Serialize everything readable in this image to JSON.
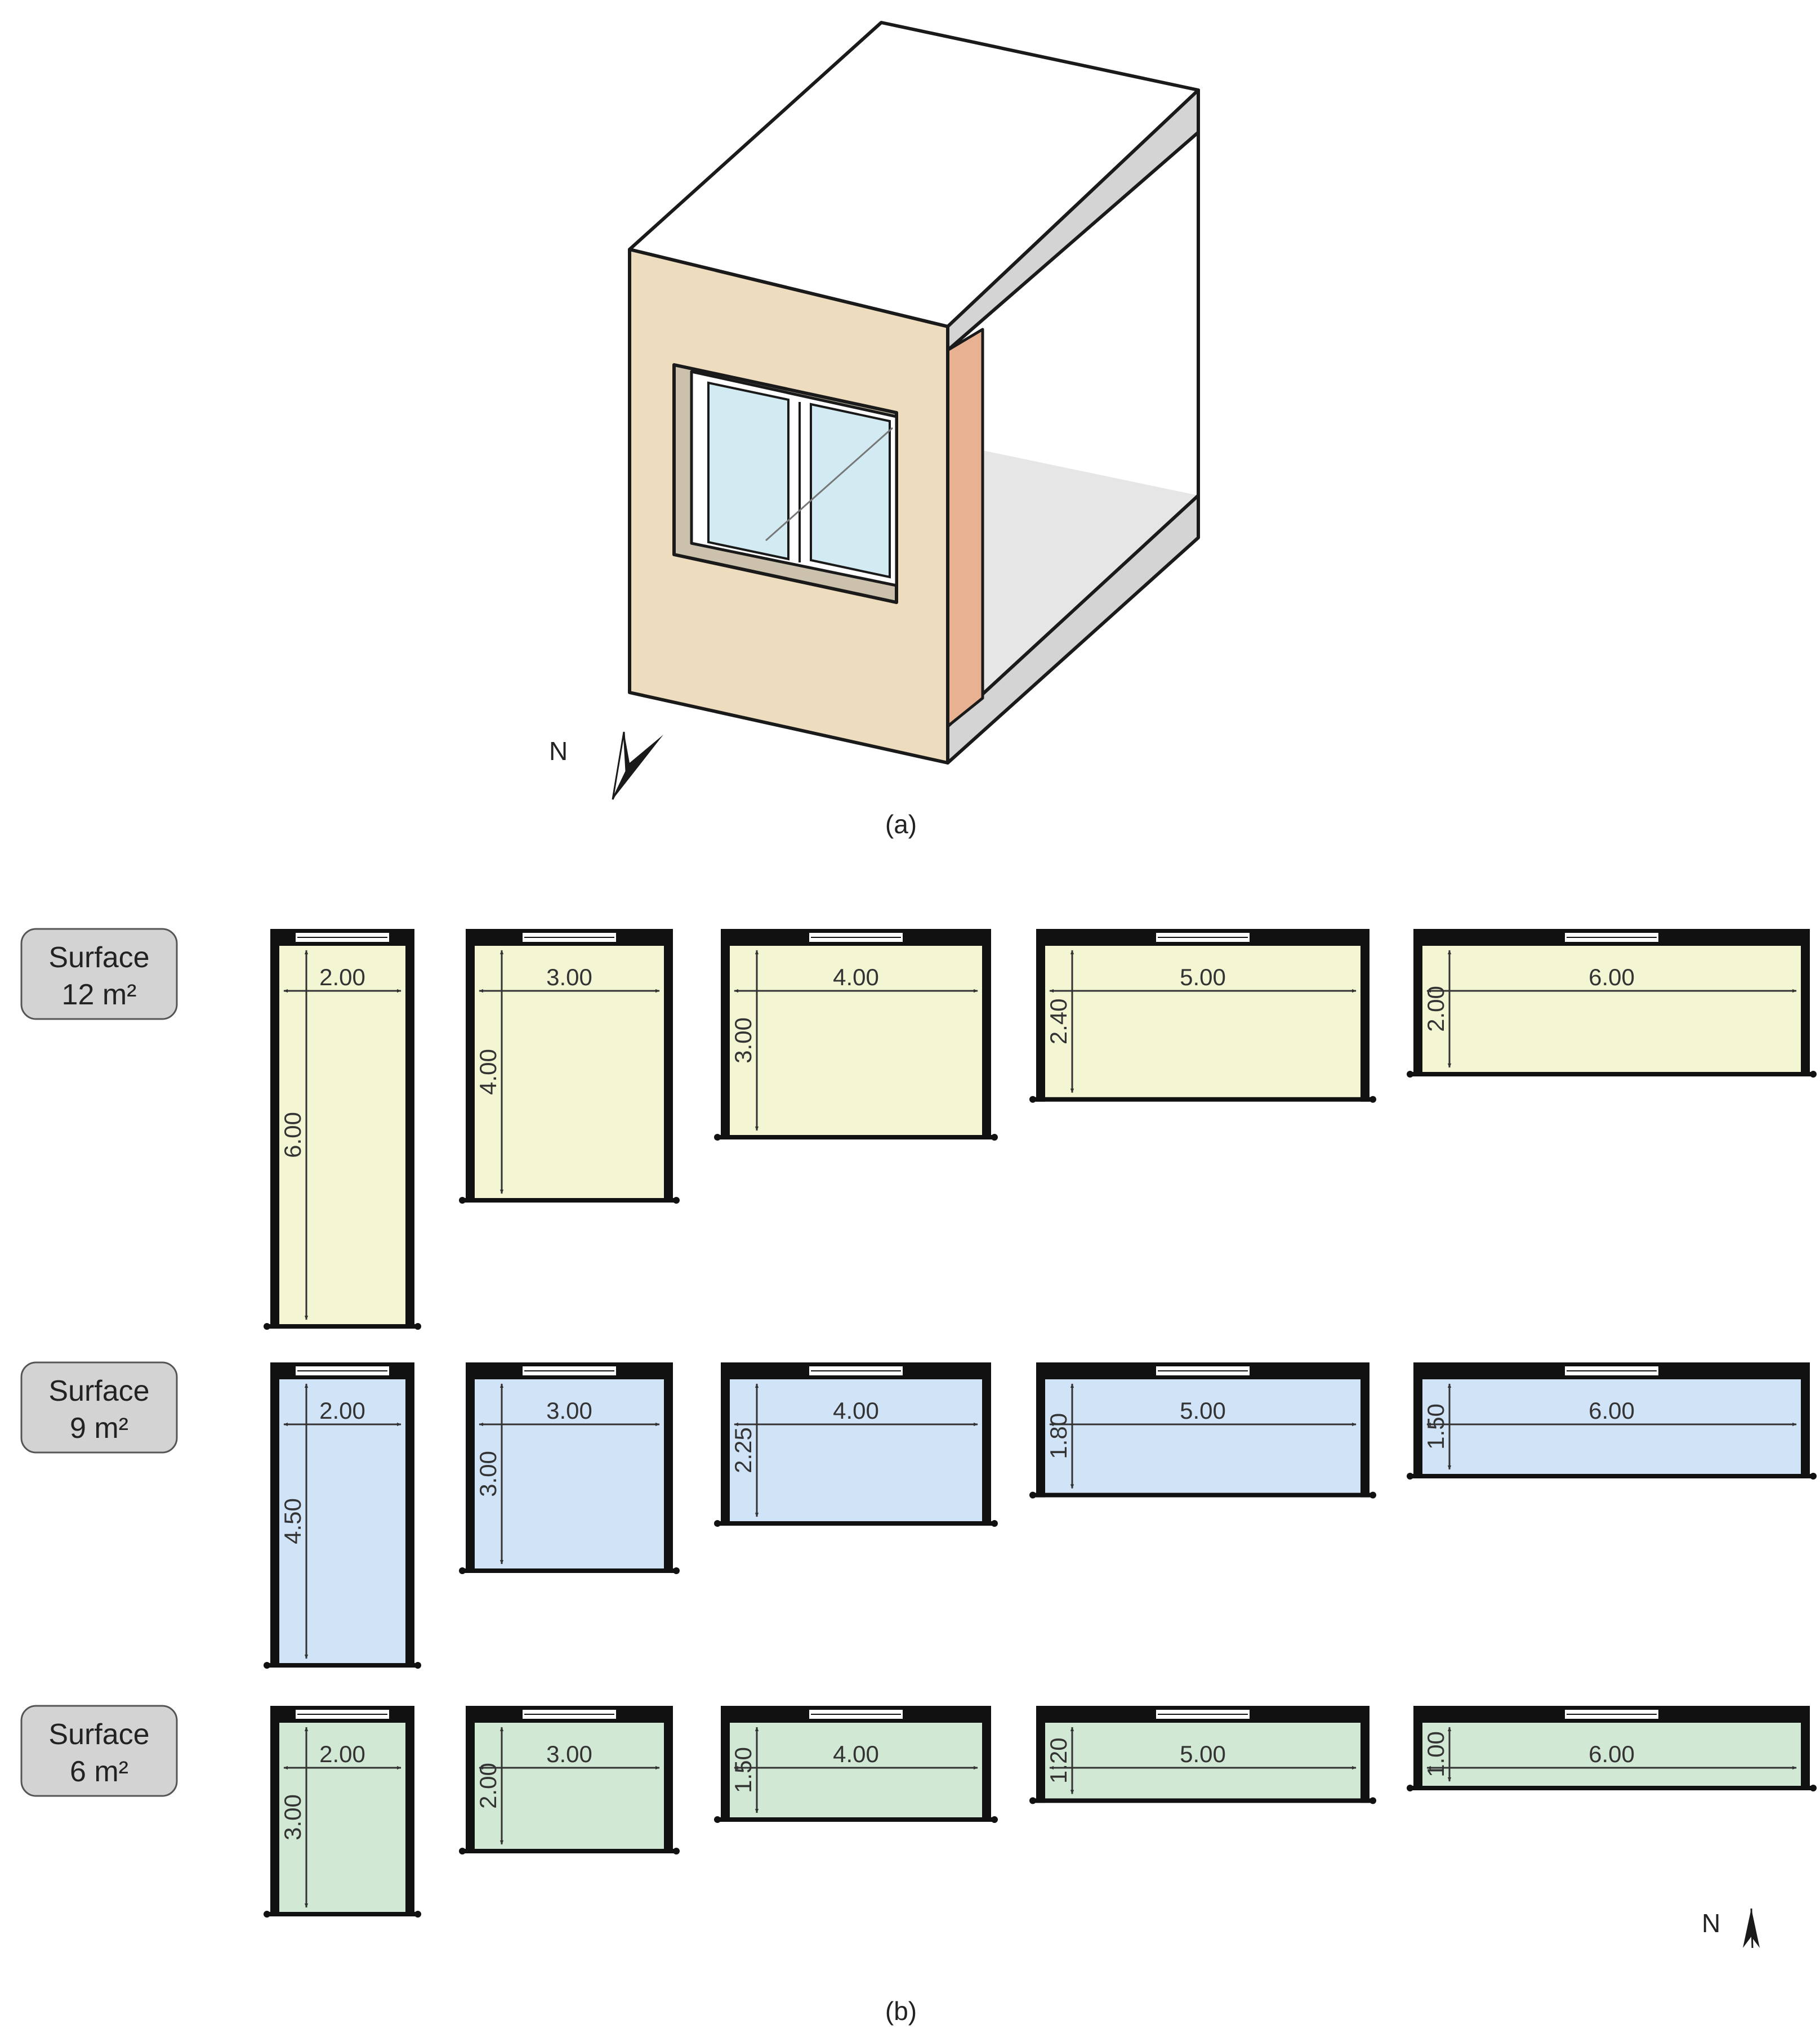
{
  "captions": {
    "a": "(a)",
    "b": "(b)"
  },
  "north_label": "N",
  "colors": {
    "wall_front": "#eddcbd",
    "wall_side_edge": "#e8b292",
    "slab_edge": "#d4d4d4",
    "floor_inner": "#e6e6e6",
    "glass": "#d2ebf2",
    "window_reveal": "#cbc1ac",
    "row_12": "#f4f5d3",
    "row_9": "#d1e3f6",
    "row_6": "#d1e8d4",
    "label_box": "#d3d3d3"
  },
  "rows": [
    {
      "key": "r12",
      "label_line1": "Surface",
      "label_line2": "12 m²",
      "color_key": "row_12",
      "rooms": [
        {
          "width": 2.0,
          "depth": 6.0,
          "width_label": "2.00",
          "depth_label": "6.00"
        },
        {
          "width": 3.0,
          "depth": 4.0,
          "width_label": "3.00",
          "depth_label": "4.00"
        },
        {
          "width": 4.0,
          "depth": 3.0,
          "width_label": "4.00",
          "depth_label": "3.00"
        },
        {
          "width": 5.0,
          "depth": 2.4,
          "width_label": "5.00",
          "depth_label": "2.40"
        },
        {
          "width": 6.0,
          "depth": 2.0,
          "width_label": "6.00",
          "depth_label": "2.00"
        }
      ]
    },
    {
      "key": "r9",
      "label_line1": "Surface",
      "label_line2": "9 m²",
      "color_key": "row_9",
      "rooms": [
        {
          "width": 2.0,
          "depth": 4.5,
          "width_label": "2.00",
          "depth_label": "4.50"
        },
        {
          "width": 3.0,
          "depth": 3.0,
          "width_label": "3.00",
          "depth_label": "3.00"
        },
        {
          "width": 4.0,
          "depth": 2.25,
          "width_label": "4.00",
          "depth_label": "2.25"
        },
        {
          "width": 5.0,
          "depth": 1.8,
          "width_label": "5.00",
          "depth_label": "1.80"
        },
        {
          "width": 6.0,
          "depth": 1.5,
          "width_label": "6.00",
          "depth_label": "1.50"
        }
      ]
    },
    {
      "key": "r6",
      "label_line1": "Surface",
      "label_line2": "6 m²",
      "color_key": "row_6",
      "rooms": [
        {
          "width": 2.0,
          "depth": 3.0,
          "width_label": "2.00",
          "depth_label": "3.00"
        },
        {
          "width": 3.0,
          "depth": 2.0,
          "width_label": "3.00",
          "depth_label": "2.00"
        },
        {
          "width": 4.0,
          "depth": 1.5,
          "width_label": "4.00",
          "depth_label": "1.50"
        },
        {
          "width": 5.0,
          "depth": 1.2,
          "width_label": "5.00",
          "depth_label": "1.20"
        },
        {
          "width": 6.0,
          "depth": 1.0,
          "width_label": "6.00",
          "depth_label": "1.00"
        }
      ]
    }
  ]
}
